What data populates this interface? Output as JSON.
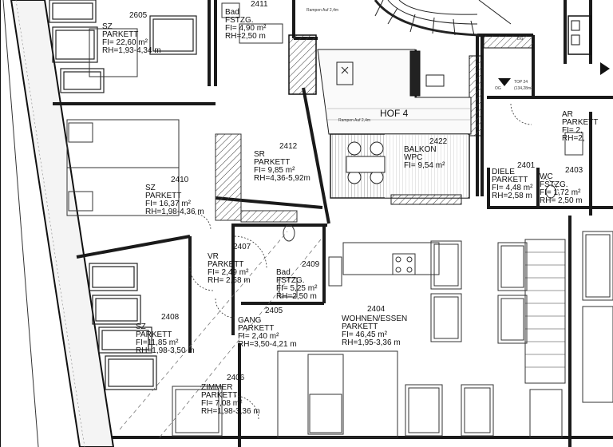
{
  "rooms": [
    {
      "key": "r2605",
      "number": "2605",
      "name": "SZ",
      "floor": "PARKETT",
      "area": "FI= 22,60 m²",
      "height": "RH=1,93-4,34 m"
    },
    {
      "key": "r2411",
      "number": "2411",
      "name": "Bad",
      "floor": "FSTZG.",
      "area": "FI= 4,90 m²",
      "height": "RH=2,50 m"
    },
    {
      "key": "r2412",
      "number": "2412",
      "name": "SR",
      "floor": "PARKETT",
      "area": "FI= 9,85 m²",
      "height": "RH=4,36-5,92m"
    },
    {
      "key": "r2410",
      "number": "2410",
      "name": "SZ",
      "floor": "PARKETT",
      "area": "FI= 16,37 m²",
      "height": "RH=1,98-4,36 m"
    },
    {
      "key": "r2407",
      "number": "2407",
      "name": "VR",
      "floor": "PARKETT",
      "area": "FI= 2,49 m²",
      "height": "RH= 2,58 m"
    },
    {
      "key": "r2409",
      "number": "2409",
      "name": "Bad",
      "floor": "FSTZG.",
      "area": "FI= 5,25 m²",
      "height": "RH=2,50 m"
    },
    {
      "key": "r2408",
      "number": "2408",
      "name": "SZ",
      "floor": "PARKETT",
      "area": "FI=11,85 m²",
      "height": "RH=1,98-3,50 m"
    },
    {
      "key": "r2405",
      "number": "2405",
      "name": "GANG",
      "floor": "PARKETT",
      "area": "FI= 2,40 m²",
      "height": "RH=3,50-4,21 m"
    },
    {
      "key": "r2404",
      "number": "2404",
      "name": "WOHNEN/ESSEN",
      "floor": "PARKETT",
      "area": "FI= 46,45 m²",
      "height": "RH=1,95-3,36 m"
    },
    {
      "key": "r2406",
      "number": "2406",
      "name": "ZIMMER",
      "floor": "PARKETT",
      "area": "FI= 7,08 m²",
      "height": "RH=1,98-3,36 m"
    },
    {
      "key": "r2422",
      "number": "2422",
      "name": "BALKON",
      "floor": "WPC",
      "area": "FI= 9,54 m²",
      "height": ""
    },
    {
      "key": "r2401",
      "number": "2401",
      "name": "DIELE",
      "floor": "PARKETT",
      "area": "FI= 4,48 m²",
      "height": "RH=2,58 m"
    },
    {
      "key": "r2403",
      "number": "2403",
      "name": "WC",
      "floor": "FSTZG.",
      "area": "FI= 1,72 m²",
      "height": "RH= 2,50 m"
    },
    {
      "key": "rAR",
      "number": "",
      "name": "AR",
      "floor": "PARKETT",
      "area": "FI= 2,",
      "height": "RH=2,"
    }
  ],
  "labels": {
    "courtyard": "HOF 4",
    "top_marker": "TOP 24",
    "top_area": "(134,28m²)",
    "og": "OG",
    "dg": "DG",
    "small_note": "Rampen Auf 2,4m"
  },
  "colors": {
    "wall": "#1a1a1a",
    "line": "#222222",
    "hatch": "#555555",
    "paper": "#ffffff"
  }
}
